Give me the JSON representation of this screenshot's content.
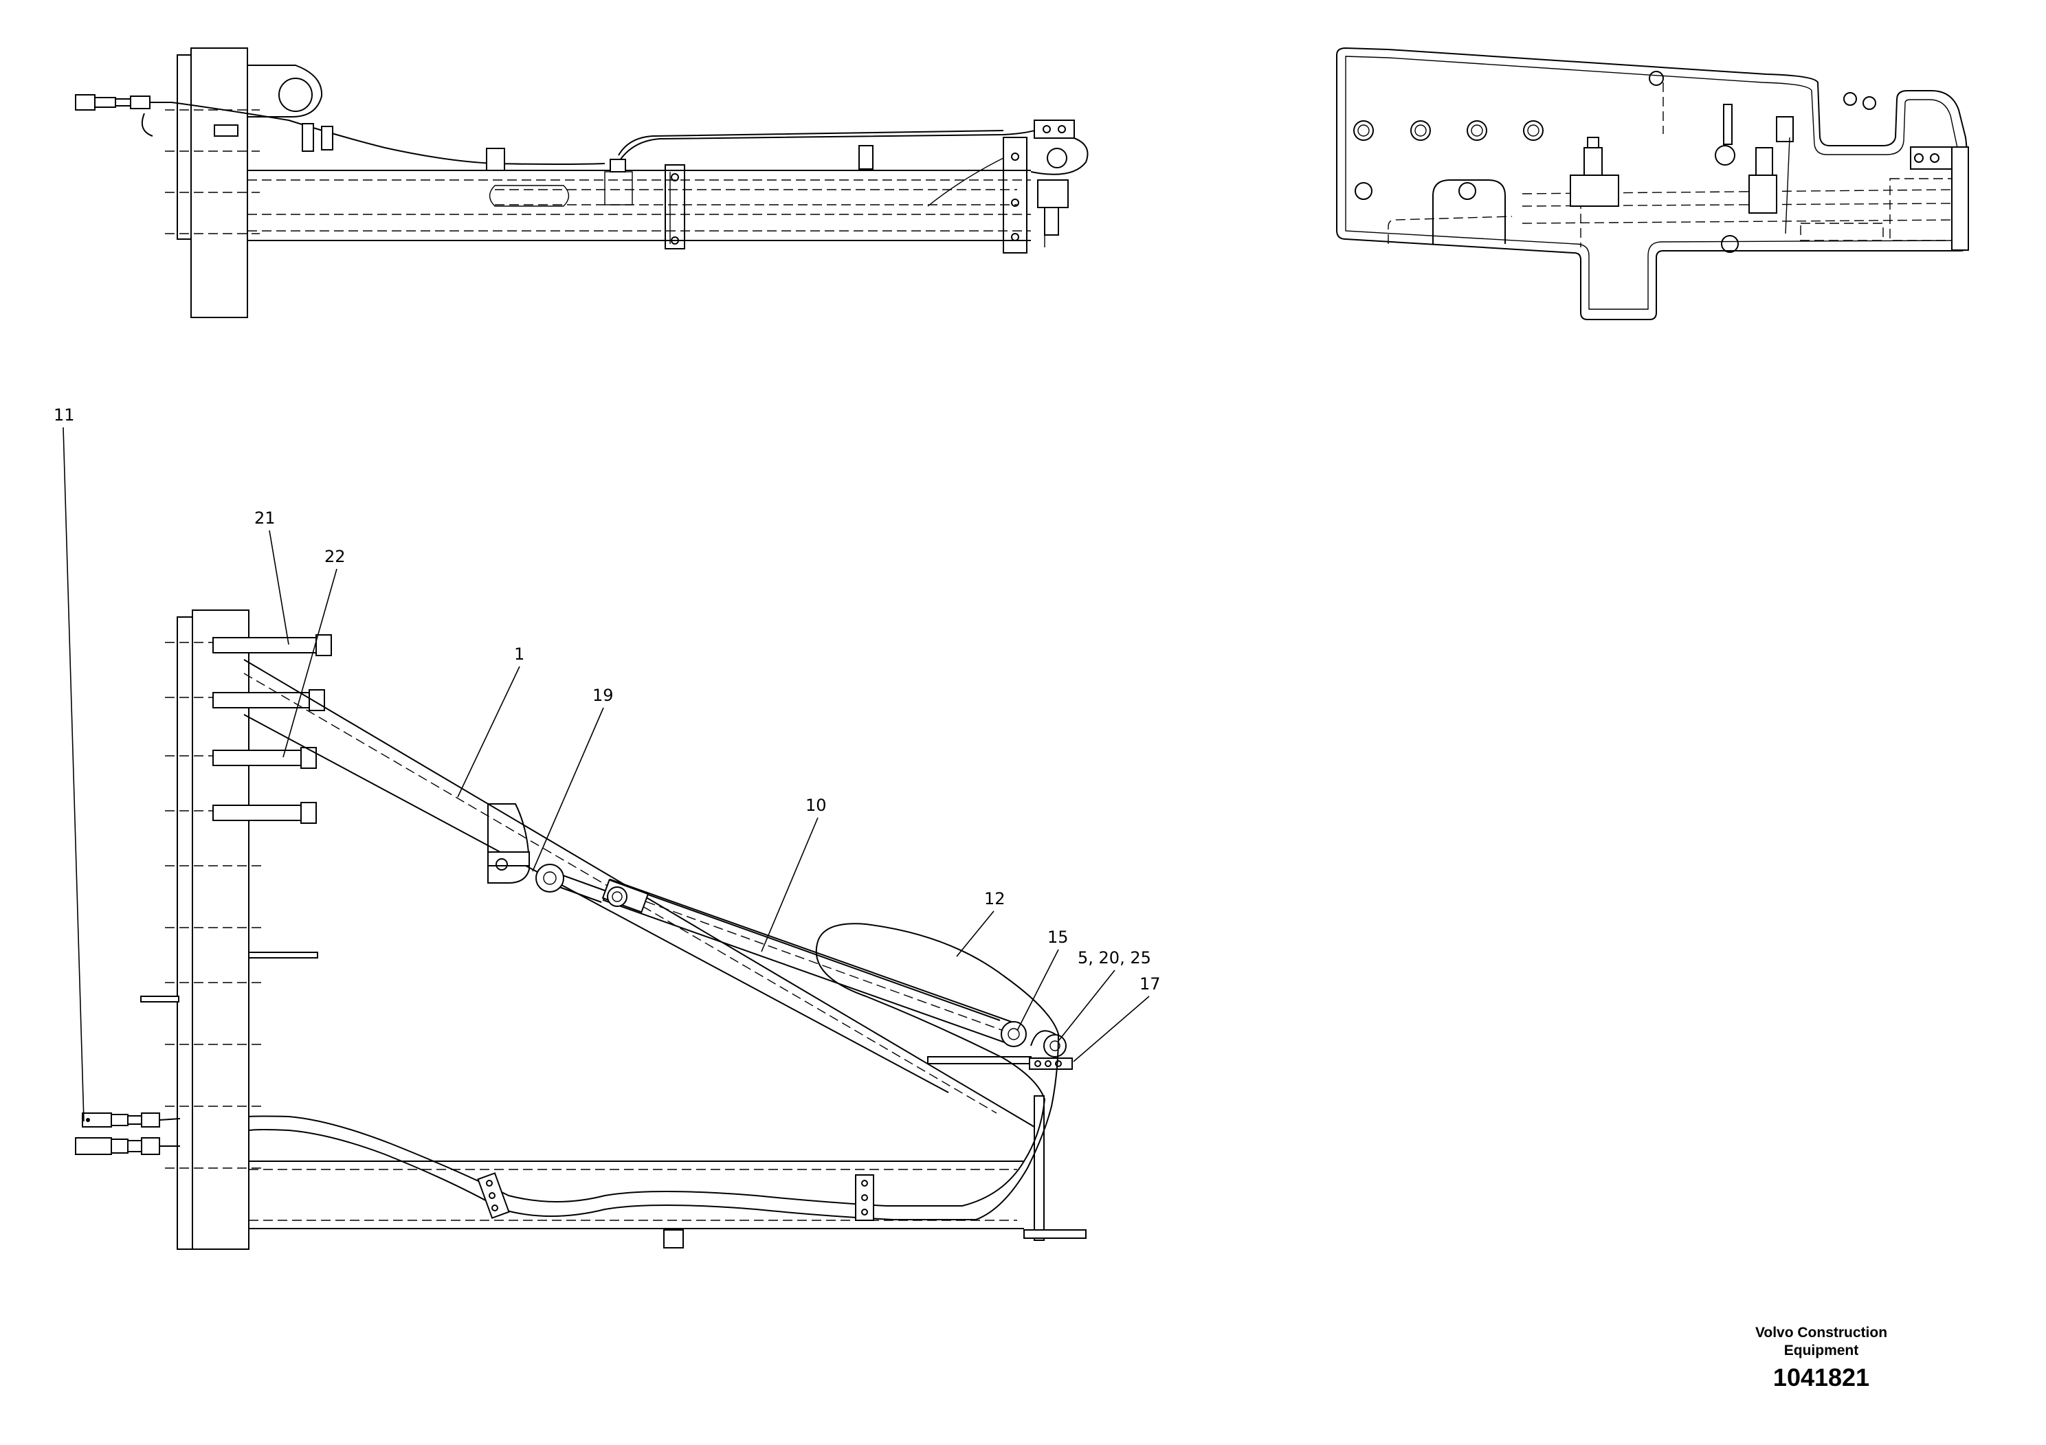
{
  "callouts": {
    "c11": "11",
    "c21": "21",
    "c22": "22",
    "c1": "1",
    "c19": "19",
    "c10": "10",
    "c12": "12",
    "c15": "15",
    "c5_20_25": "5, 20, 25",
    "c17": "17"
  },
  "title_block": {
    "company_line1": "Volvo Construction",
    "company_line2": "Equipment",
    "drawing_number": "1041821"
  }
}
